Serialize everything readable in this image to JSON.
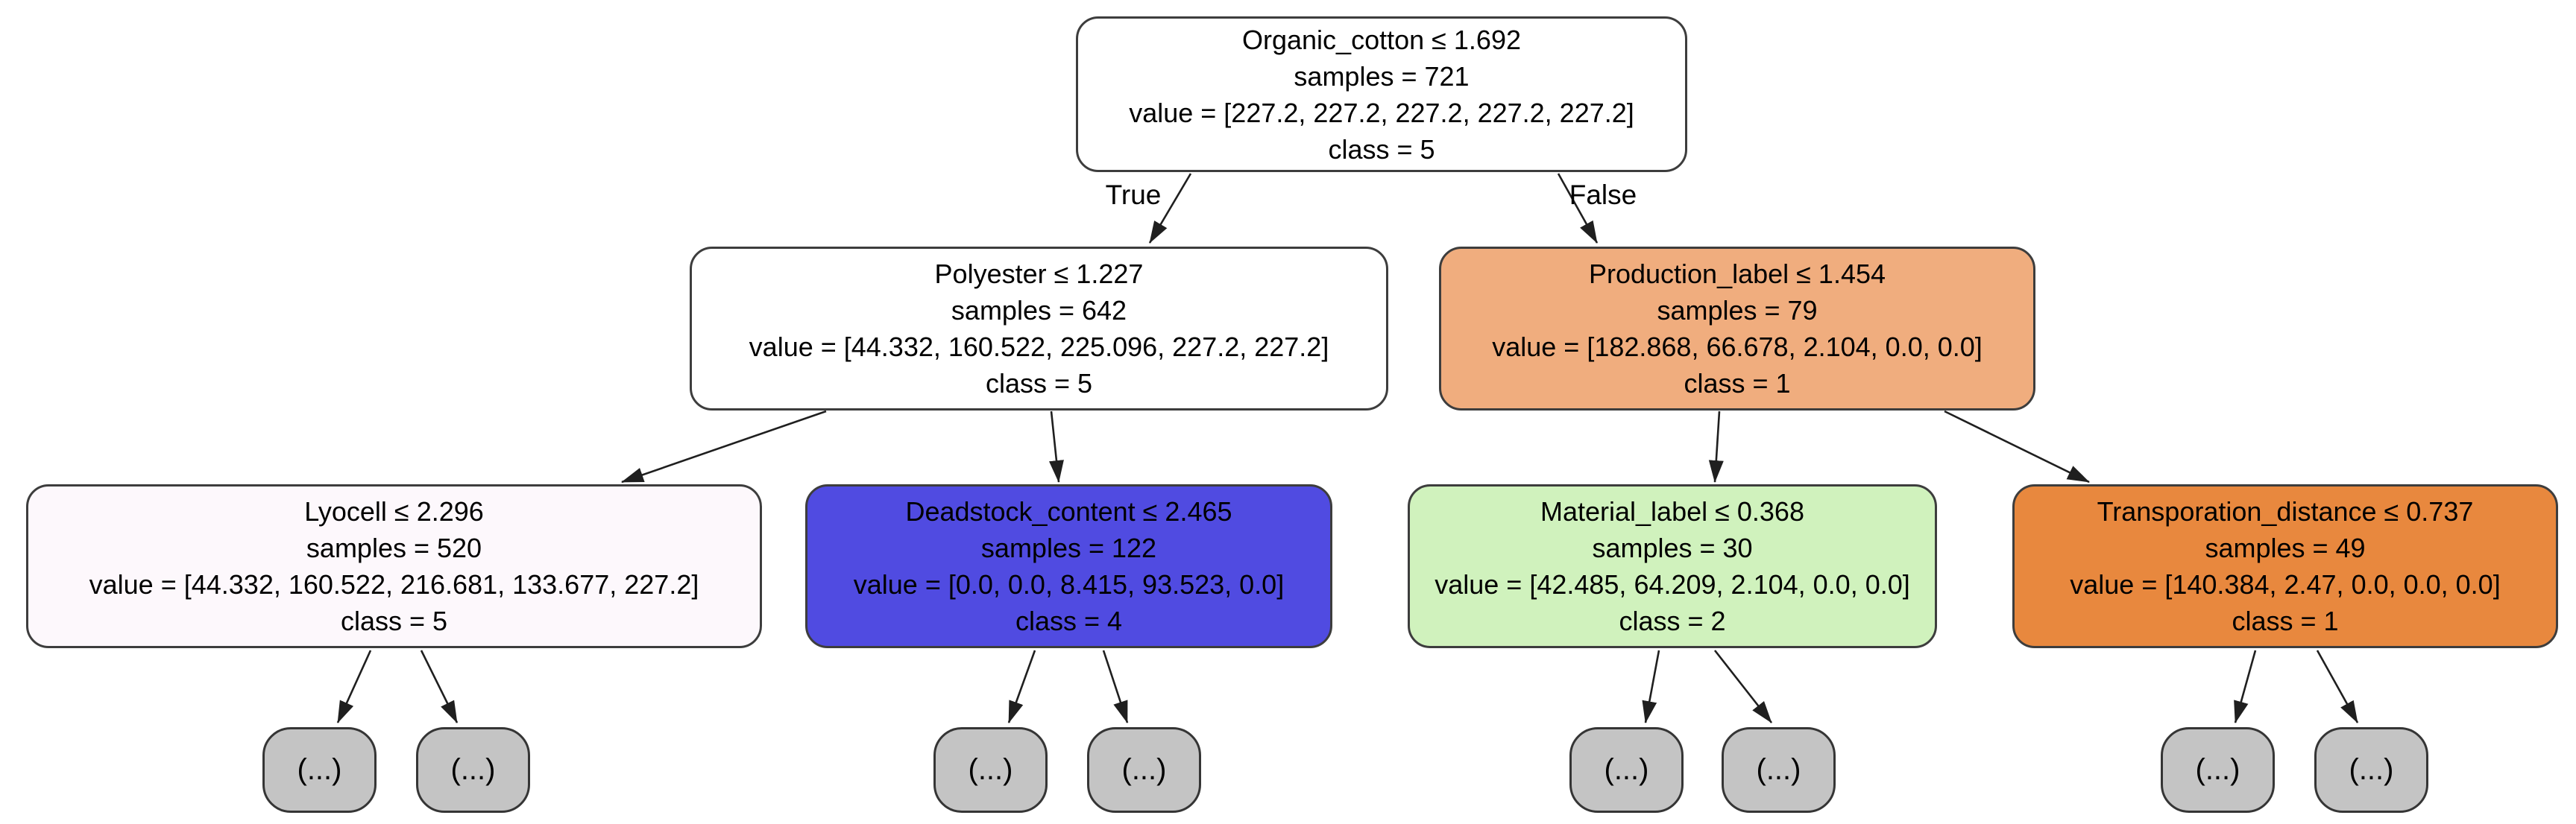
{
  "tree": {
    "edge_labels": {
      "true_label": "True",
      "false_label": "False"
    },
    "leaf_label": "(...)",
    "leaf_fill": "#c4c4c4",
    "nodes": {
      "root": {
        "condition": "Organic_cotton ≤ 1.692",
        "samples": "samples = 721",
        "value": "value = [227.2, 227.2, 227.2, 227.2, 227.2]",
        "class": "class = 5",
        "fill": "#ffffff"
      },
      "polyester": {
        "condition": "Polyester ≤ 1.227",
        "samples": "samples = 642",
        "value": "value = [44.332, 160.522, 225.096, 227.2, 227.2]",
        "class": "class = 5",
        "fill": "#ffffff"
      },
      "production_label": {
        "condition": "Production_label ≤ 1.454",
        "samples": "samples = 79",
        "value": "value = [182.868, 66.678, 2.104, 0.0, 0.0]",
        "class": "class = 1",
        "fill": "#f0ad7e"
      },
      "lyocell": {
        "condition": "Lyocell ≤ 2.296",
        "samples": "samples = 520",
        "value": "value = [44.332, 160.522, 216.681, 133.677, 227.2]",
        "class": "class = 5",
        "fill": "#fdf8fc"
      },
      "deadstock_content": {
        "condition": "Deadstock_content ≤ 2.465",
        "samples": "samples = 122",
        "value": "value = [0.0, 0.0, 8.415, 93.523, 0.0]",
        "class": "class = 4",
        "fill": "#504be1"
      },
      "material_label": {
        "condition": "Material_label ≤ 0.368",
        "samples": "samples = 30",
        "value": "value = [42.485, 64.209, 2.104, 0.0, 0.0]",
        "class": "class = 2",
        "fill": "#d0f2bd"
      },
      "transporation_distance": {
        "condition": "Transporation_distance ≤ 0.737",
        "samples": "samples = 49",
        "value": "value = [140.384, 2.47, 0.0, 0.0, 0.0]",
        "class": "class = 1",
        "fill": "#e8883e"
      }
    }
  }
}
